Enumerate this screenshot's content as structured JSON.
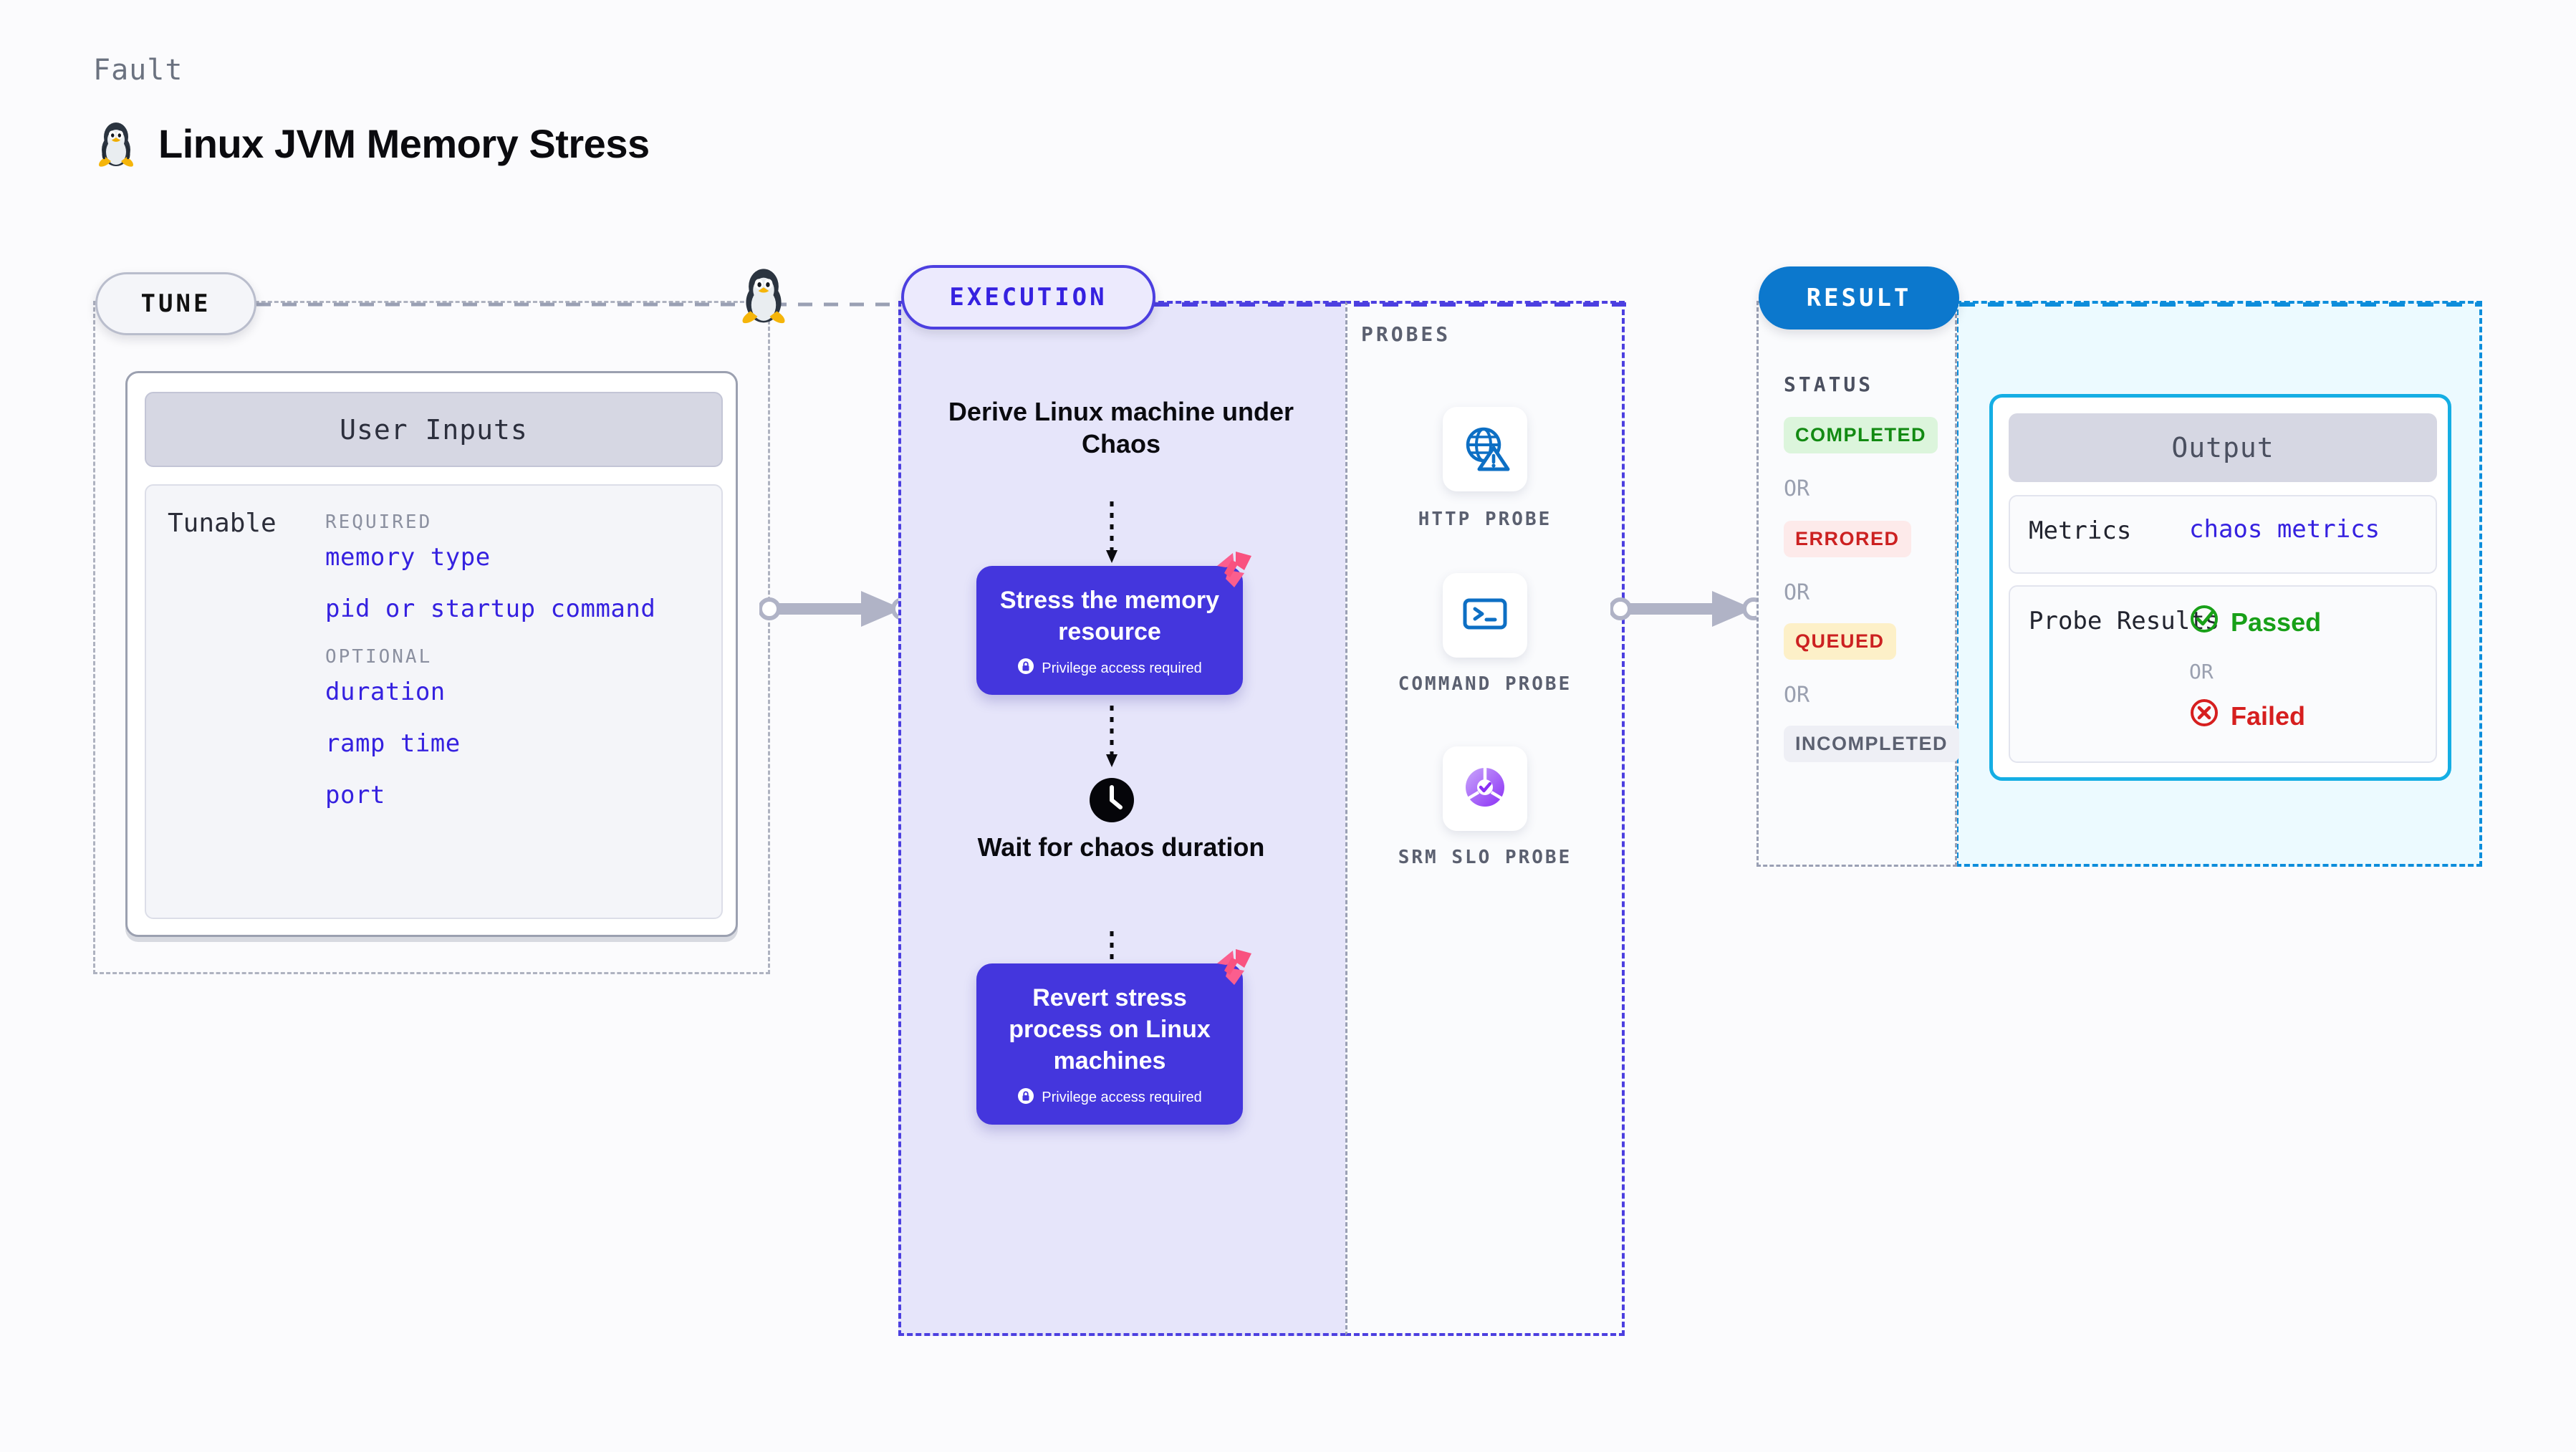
{
  "header": {
    "eyebrow": "Fault",
    "title": "Linux JVM Memory Stress",
    "os_icon": "tux-penguin-icon"
  },
  "tune": {
    "pill_label": "TUNE",
    "card_header": "User Inputs",
    "tunable_label": "Tunable",
    "groups": [
      {
        "name": "REQUIRED",
        "items": [
          "memory type",
          "pid or startup command"
        ]
      },
      {
        "name": "OPTIONAL",
        "items": [
          "duration",
          "ramp time",
          "port"
        ]
      }
    ]
  },
  "execution": {
    "pill_label": "EXECUTION",
    "steps": [
      {
        "kind": "text",
        "label": "Derive Linux machine under Chaos"
      },
      {
        "kind": "card",
        "label": "Stress the memory resource",
        "note": "Privilege access required",
        "badge": "harness-logo-icon"
      },
      {
        "kind": "wait",
        "label": "Wait for chaos duration",
        "icon": "clock-icon"
      },
      {
        "kind": "card",
        "label": "Revert stress process on Linux machines",
        "note": "Privilege access required",
        "badge": "harness-logo-icon"
      }
    ]
  },
  "probes": {
    "section_label": "PROBES",
    "items": [
      {
        "name": "HTTP PROBE",
        "icon": "globe-warning-icon"
      },
      {
        "name": "COMMAND PROBE",
        "icon": "terminal-icon"
      },
      {
        "name": "SRM SLO PROBE",
        "icon": "slo-donut-check-icon"
      }
    ]
  },
  "result": {
    "pill_label": "RESULT",
    "status_label": "STATUS",
    "or_label": "OR",
    "statuses": [
      {
        "label": "COMPLETED",
        "bg": "#dcf5dc",
        "fg": "#128a12"
      },
      {
        "label": "ERRORED",
        "bg": "#fdeaea",
        "fg": "#cc2121"
      },
      {
        "label": "QUEUED",
        "bg": "#fdf0c8",
        "fg": "#cc2121"
      },
      {
        "label": "INCOMPLETED",
        "bg": "#eeeff5",
        "fg": "#5b6070"
      }
    ],
    "output": {
      "header": "Output",
      "metrics_key": "Metrics",
      "metrics_value": "chaos metrics",
      "probe_results_key": "Probe Results",
      "passed": "Passed",
      "or_label": "OR",
      "failed": "Failed"
    }
  },
  "colors": {
    "execution_accent": "#4c3fe0",
    "result_accent": "#0c78cd",
    "output_border": "#15aee4",
    "chaos_card": "#4436dd",
    "tunable_link": "#3521e0",
    "harness_pink": "#fb5e8e"
  }
}
